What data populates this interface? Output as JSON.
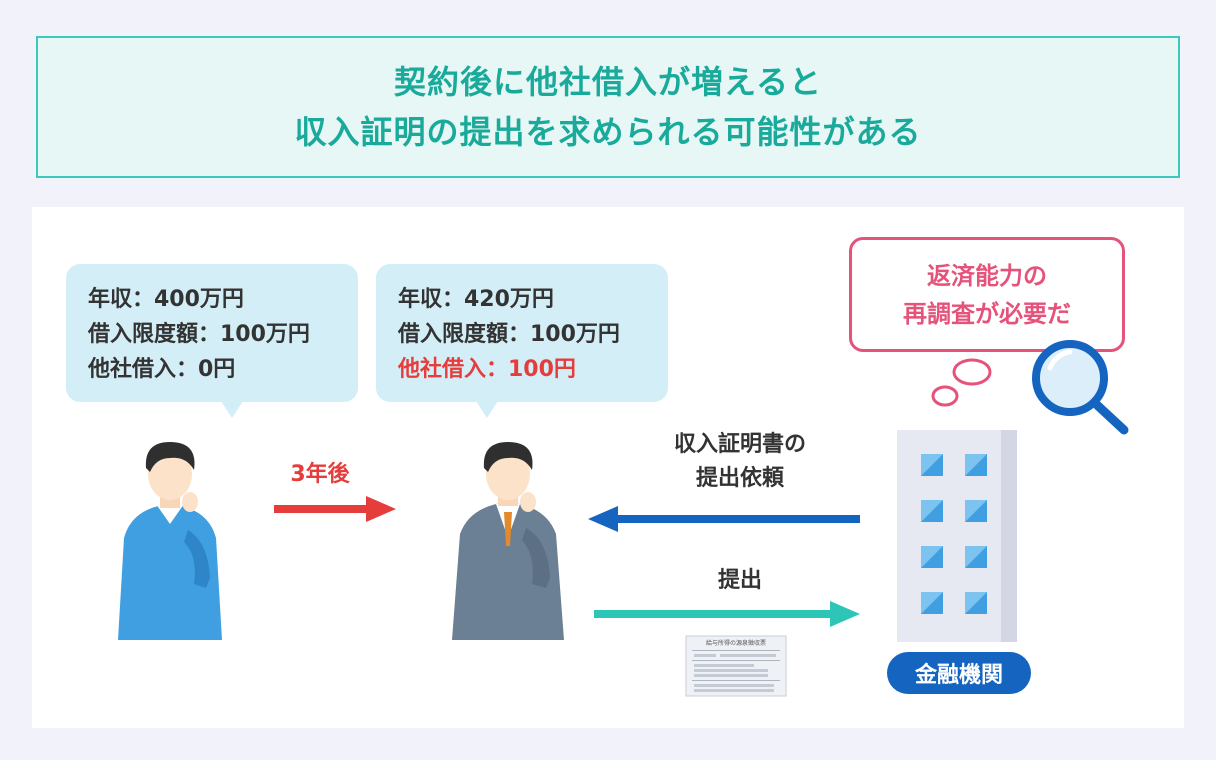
{
  "title": {
    "line1": "契約後に他社借入が増えると",
    "line2": "収入証明の提出を求められる可能性がある"
  },
  "before": {
    "income": "年収：400万円",
    "limit": "借入限度額：100万円",
    "other_loans": "他社借入：0円"
  },
  "after": {
    "income": "年収：420万円",
    "limit": "借入限度額：100万円",
    "other_loans": "他社借入：100円"
  },
  "time_label": "3年後",
  "request_label": {
    "line1": "収入証明書の",
    "line2": "提出依頼"
  },
  "submit_label": "提出",
  "lender_thought": {
    "line1": "返済能力の",
    "line2": "再調査が必要だ"
  },
  "document_title": "給与所得の源泉徴収票",
  "lender_label": "金融機関",
  "colors": {
    "accent_teal": "#1aaa9b",
    "alert_red": "#e53c3c",
    "pink": "#e5527a",
    "request_blue": "#1565c0",
    "submit_teal": "#2cc5b6"
  },
  "icons": [
    "person-casual-icon",
    "person-suit-icon",
    "building-icon",
    "magnifier-icon",
    "document-icon"
  ]
}
